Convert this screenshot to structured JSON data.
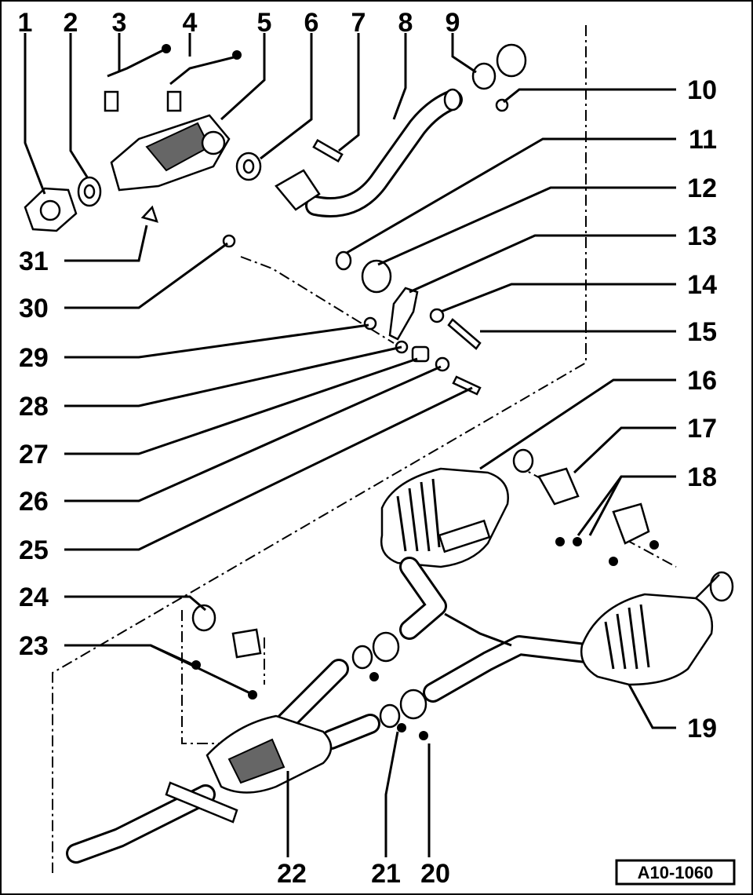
{
  "diagram": {
    "reference_code": "A10-1060",
    "callouts": [
      "1",
      "2",
      "3",
      "4",
      "5",
      "6",
      "7",
      "8",
      "9",
      "10",
      "11",
      "12",
      "13",
      "14",
      "15",
      "16",
      "17",
      "18",
      "19",
      "20",
      "21",
      "22",
      "23",
      "24",
      "25",
      "26",
      "27",
      "28",
      "29",
      "30",
      "31"
    ]
  }
}
